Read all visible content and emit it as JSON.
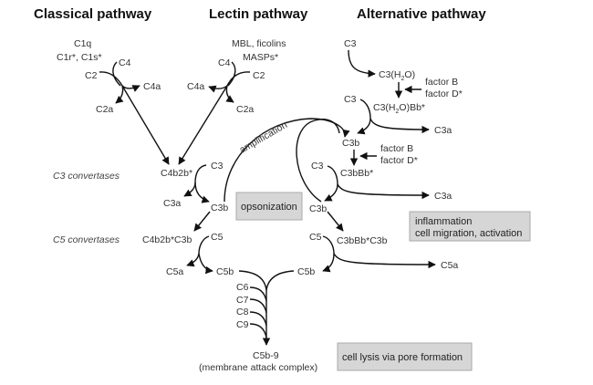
{
  "headers": {
    "classical": "Classical pathway",
    "lectin": "Lectin pathway",
    "alternative": "Alternative pathway"
  },
  "row_labels": {
    "c3_convertases": "C3 convertases",
    "c5_convertases": "C5 convertases"
  },
  "classical": {
    "c1q": "C1q",
    "c1r_c1s": "C1r*, C1s*",
    "c4": "C4",
    "c2": "C2",
    "c4a": "C4a",
    "c2a": "C2a"
  },
  "lectin": {
    "mbl": "MBL, ficolins",
    "masps": "MASPs*",
    "c4": "C4",
    "c2": "C2",
    "c4a": "C4a",
    "c2a": "C2a"
  },
  "convertase_classical": {
    "c4b2b": "C4b2b*",
    "c3": "C3",
    "c3a": "C3a",
    "c3b": "C3b",
    "c5conv": "C4b2b*C3b",
    "c5": "C5",
    "c5a": "C5a",
    "c5b": "C5b"
  },
  "alternative": {
    "c3_top": "C3",
    "c3h2o_pre": "C3(H",
    "c3h2o_sub": "2",
    "c3h2o_post": "O)",
    "factor_b_1": "factor B",
    "factor_d_1": "factor D*",
    "c3_2": "C3",
    "c3h2obb_pre": "C3(H",
    "c3h2obb_sub": "2",
    "c3h2obb_post": "O)Bb*",
    "c3a_1": "C3a",
    "c3b_1": "C3b",
    "factor_b_2": "factor B",
    "factor_d_2": "factor D*",
    "c3_3": "C3",
    "c3bbb": "C3bBb*",
    "c3a_2": "C3a",
    "c3b_2": "C3b",
    "c5": "C5",
    "c5conv": "C3bBb*C3b",
    "c5a": "C5a",
    "c5b": "C5b"
  },
  "amplification": "amplification",
  "terminal": {
    "c6": "C6",
    "c7": "C7",
    "c8": "C8",
    "c9": "C9",
    "mac": "C5b-9",
    "mac_desc": "(membrane attack complex)"
  },
  "outcomes": {
    "opsonization": "opsonization",
    "inflammation_1": "inflammation",
    "inflammation_2": "cell migration, activation",
    "lysis": "cell lysis via pore formation"
  }
}
